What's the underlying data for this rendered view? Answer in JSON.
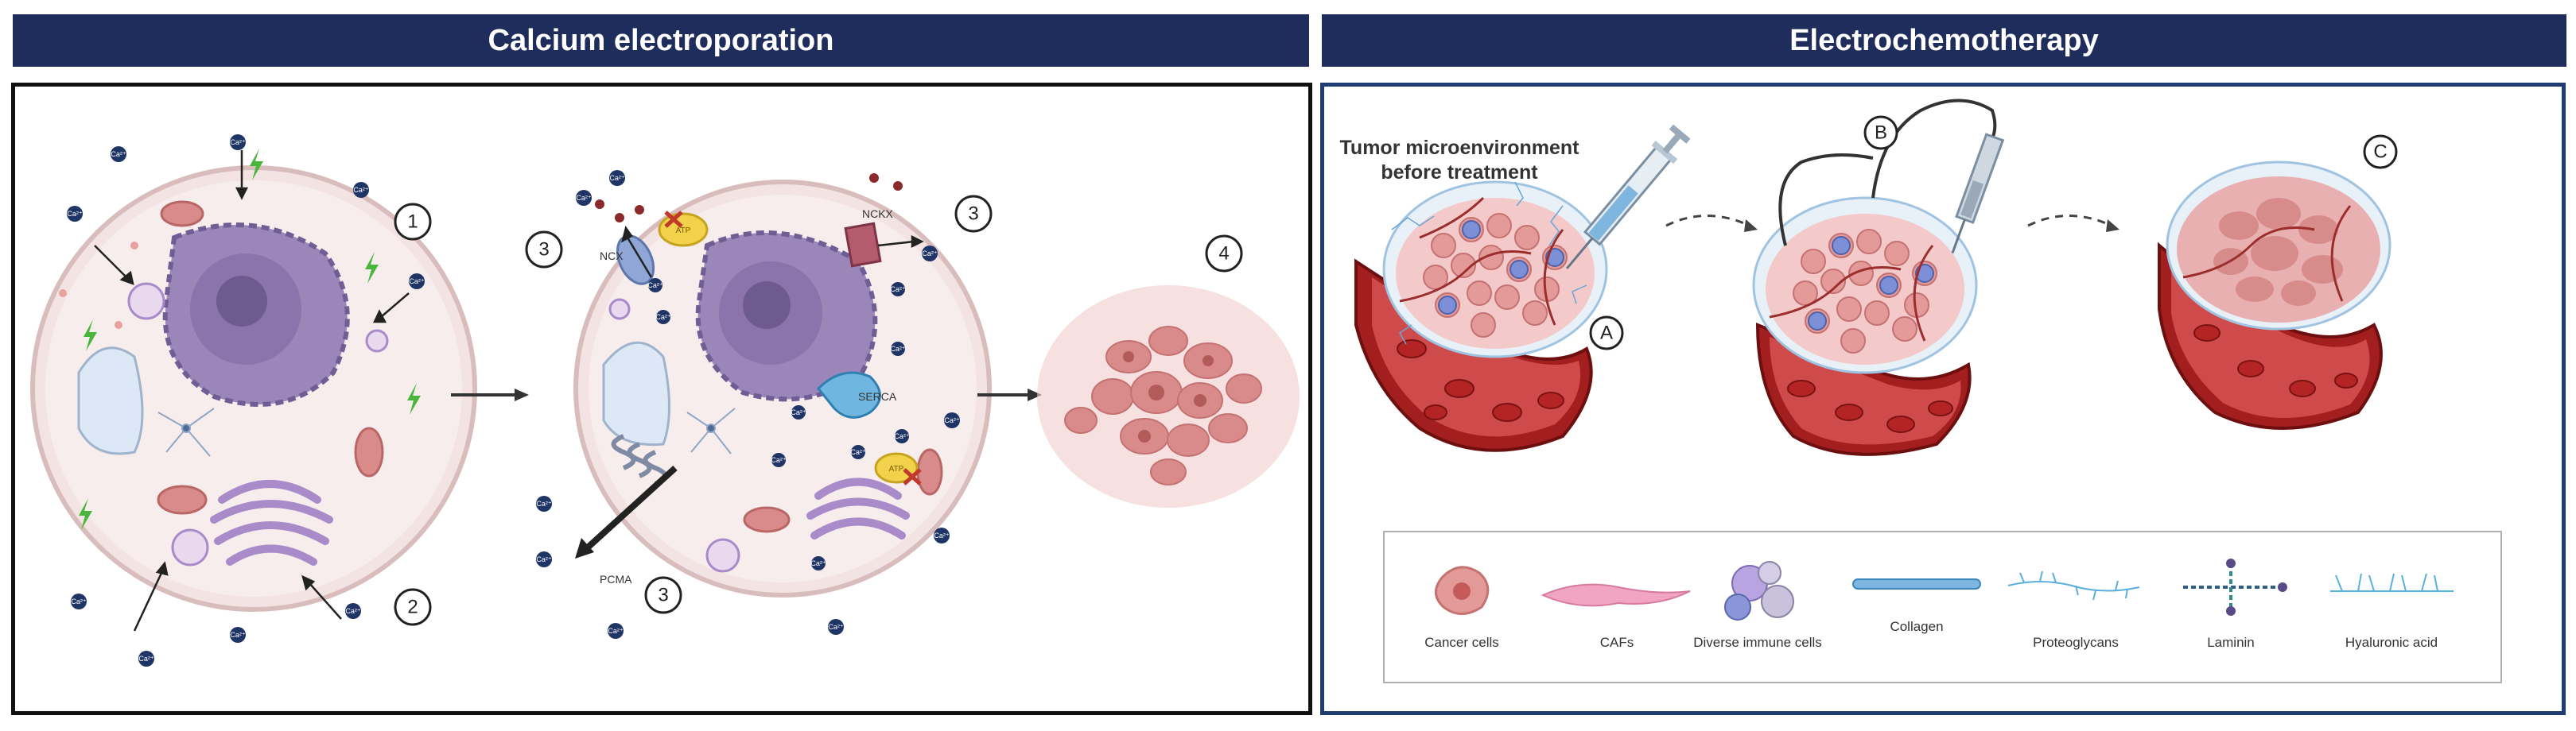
{
  "left_panel": {
    "title": "Calcium electroporation",
    "ion_label": "Ca²⁺",
    "step_numbers": [
      "1",
      "2",
      "3",
      "3",
      "3",
      "4"
    ],
    "labels": {
      "ncx": "NCX",
      "nckx": "NCKX",
      "serca": "SERCA",
      "pcma": "PCMA",
      "atp": "ATP"
    }
  },
  "right_panel": {
    "title": "Electrochemotherapy",
    "caption_line1": "Tumor microenvironment",
    "caption_line2": "before treatment",
    "step_letters": [
      "A",
      "B",
      "C"
    ],
    "legend": [
      "Cancer cells",
      "CAFs",
      "Diverse immune cells",
      "Collagen",
      "Proteoglycans",
      "Laminin",
      "Hyaluronic acid"
    ]
  },
  "colors": {
    "header_bg": "#1f2d5c",
    "calcium_ion": "#1f3566",
    "tumor": "#d98a8a",
    "vessel": "#a31e1e",
    "membrane": "#f4e4e4"
  }
}
